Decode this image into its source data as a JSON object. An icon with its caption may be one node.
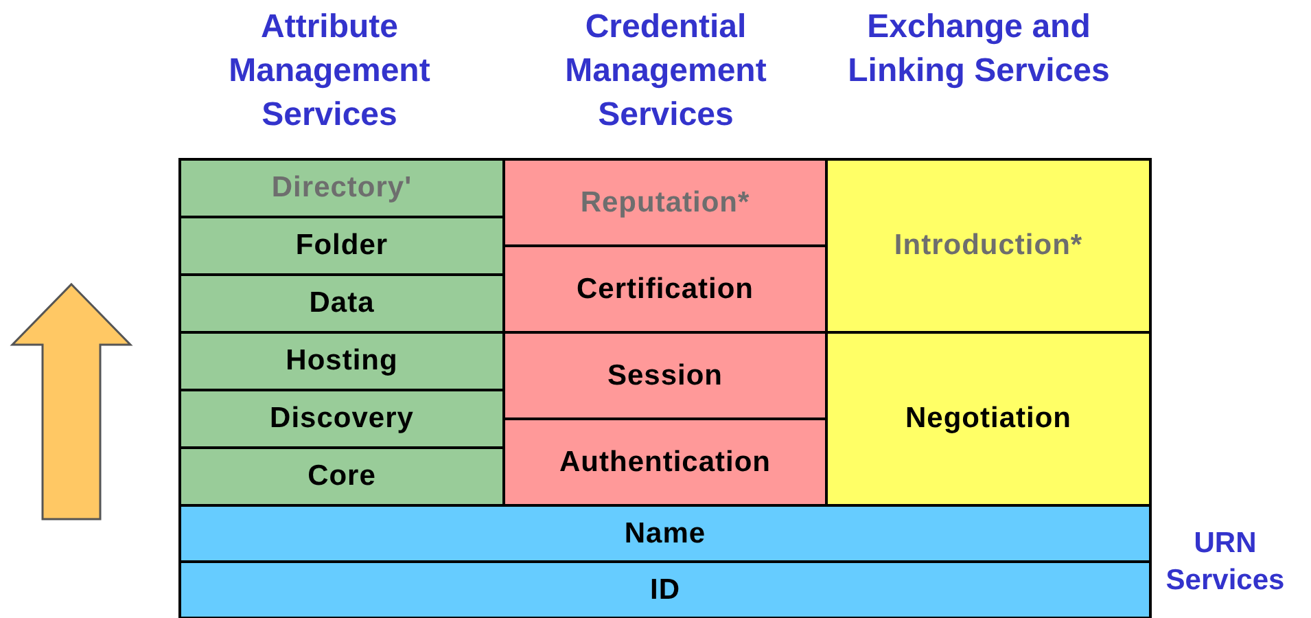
{
  "diagram": {
    "nodes": [
      {
        "text": [
          "Directory'"
        ]
      },
      {
        "text": [
          "Folder"
        ]
      },
      {
        "text": [
          "Data"
        ]
      },
      {
        "text": [
          "Hosting"
        ]
      },
      {
        "text": [
          "Discovery"
        ]
      },
      {
        "text": [
          "Core"
        ]
      },
      {
        "text": [
          "Reputation*"
        ]
      },
      {
        "text": [
          "Certification"
        ]
      },
      {
        "text": [
          "Session"
        ]
      },
      {
        "text": [
          "Authentication"
        ]
      },
      {
        "text": [
          "Introduction*"
        ]
      },
      {
        "text": [
          "Negotiation"
        ]
      },
      {
        "text": [
          "Name"
        ]
      },
      {
        "text": [
          "ID"
        ]
      }
    ],
    "edges": [],
    "labels": [
      "Attribute Management Services",
      "Credential Management Services",
      "Exchange and Linking Services",
      "URN Services"
    ]
  }
}
